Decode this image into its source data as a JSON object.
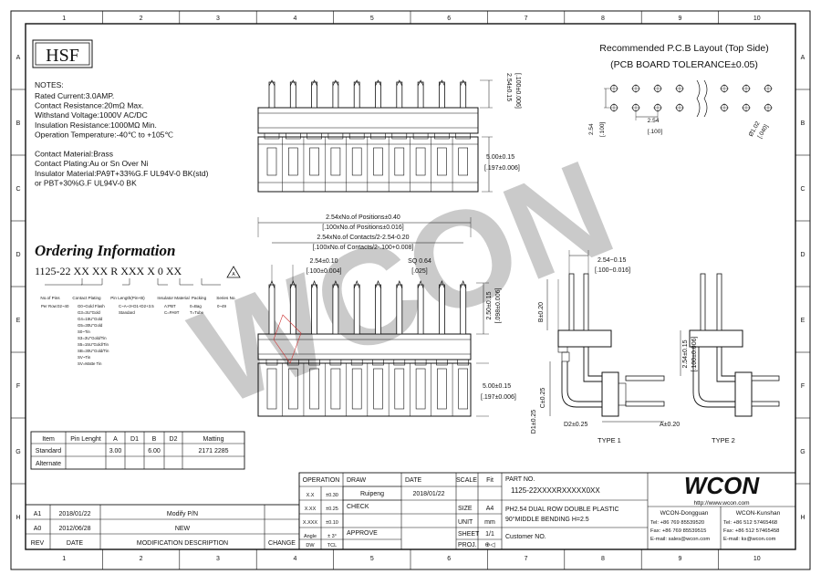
{
  "logo": "HSF",
  "notes": {
    "title": "NOTES:",
    "lines": [
      "Rated Current:3.0AMP.",
      "Contact Resistance:20mΩ Max.",
      "Withstand Voltage:1000V AC/DC",
      "Insulation Resistance:1000MΩ Min.",
      "Operation Temperature:-40℃ to +105℃",
      "",
      "Contact Material:Brass",
      "Contact Plating:Au or Sn Over Ni",
      "Insulator Material:PA9T+33%G.F UL94V-0 BK(std)",
      "           or PBT+30%G.F UL94V-0 BK"
    ]
  },
  "ordering": {
    "title": "Ordering Information",
    "code": "1125-22 XX XX R XXX X 0 XX",
    "fields": [
      {
        "label": "No.of Pins",
        "desc": "Per Row:02~40"
      },
      {
        "label": "Contact Plating",
        "desc": "G0~Gold Flash|G3=3U\"Gold|G4=15U\"Gold|G5=30U\"Gold|S0~Tin|S3=3U\"Gold/Tin|S5=15U\"Gold/Tin|SB=30U\"Gold/Tin|SV~Tin|SV=Matte Tin"
      },
      {
        "label": "Pin Length(Pin+B)",
        "desc": "C~A~3+D1+D2+3.5|Standard"
      },
      {
        "label": "Insulator Material",
        "desc": "A:PBT|C=PA9T"
      },
      {
        "label": "Packing",
        "desc": "0=Bag|T=Tube"
      },
      {
        "label": "Series No.",
        "desc": "0~49"
      }
    ]
  },
  "pcb": {
    "title": "Recommended P.C.B Layout (Top Side)",
    "subtitle": "(PCB BOARD TOLERANCE±0.05)",
    "dims": [
      "2.54",
      "[.100]",
      "2.54",
      "[.100]",
      "Ø1.02",
      "[.040]"
    ]
  },
  "dims_top": {
    "height": "2.54±0.15",
    "height_in": "[.100±0.006]",
    "insul": "5.00±0.15",
    "insul_in": "[.197±0.006]"
  },
  "dims_front": {
    "positions": "2.54xNo.of Positions±0.40",
    "positions_in": "[.100xNo.of Positions±0.016]",
    "contacts": "2.54xNo.of Contacts/2-2.54-0.20",
    "contacts_in": "[.100xNo.of Contacts/2-.100+0.008]",
    "pitch": "2.54±0.10",
    "pitch_in": "[.100±0.004]",
    "sq": "SQ 0.64",
    "sq_in": "[.025]",
    "h1": "2.50±0.15",
    "h1_in": "[.098±0.006]",
    "h2": "5.00±0.15",
    "h2_in": "[.197±0.006]"
  },
  "dims_side": {
    "pitch": "2.54~0.15",
    "pitch_in": "[.100~0.016]",
    "b": "B±0.20",
    "height": "2.54±0.15",
    "height_in": "[.100±0.006]",
    "c": "C±0.25",
    "d1": "D1±0.25",
    "d2": "D2±0.25",
    "a": "A±0.20",
    "type1": "TYPE 1",
    "type2": "TYPE 2"
  },
  "spec_table": {
    "headers": [
      "Item",
      "Pin Lenght",
      "A",
      "D1",
      "B",
      "D2",
      "Matting"
    ],
    "rows": [
      [
        "Standard",
        "",
        "3.00",
        "",
        "6.00",
        "",
        "2171 2285"
      ],
      [
        "Alternate",
        "",
        "",
        "",
        "",
        "",
        ""
      ]
    ]
  },
  "revisions": {
    "rows": [
      [
        "A1",
        "2018/01/22",
        "Modify P/N",
        ""
      ],
      [
        "A0",
        "2012/06/28",
        "NEW",
        ""
      ]
    ],
    "headers": [
      "REV",
      "DATE",
      "MODIFICATION  DESCRIPTION",
      "CHANGE"
    ]
  },
  "title_block": {
    "operation": "OPERATION",
    "draw": "DRAW",
    "date": "DATE",
    "scale": "SCALE",
    "scale_val": "Fit",
    "drawer": "Ruipeng",
    "draw_date": "2018/01/22",
    "check": "CHECK",
    "approve": "APPROVE",
    "size": "SIZE",
    "size_val": "A4",
    "unit": "UNIT",
    "unit_val": "mm",
    "sheet": "SHEET",
    "sheet_val": "1/1",
    "proj": "PROJ.",
    "proj_val": "⊕◁",
    "tol": [
      [
        "X.X",
        "±0.30"
      ],
      [
        "X.XX",
        "±0.25"
      ],
      [
        "X.XXX",
        "±0.10"
      ],
      [
        "Angle",
        "± 3°"
      ]
    ],
    "dw": "DW",
    "tcl": "TCL",
    "part_label": "PART NO.",
    "part_no": "1125-22XXXXRXXXXX0XX",
    "desc1": "PH2.54 DUAL ROW DOUBLE PLASTIC",
    "desc2": "90°MIDDLE BENDING H=2.5",
    "customer": "Customer NO.",
    "brand": "WCON",
    "web": "http://www.wcon.com",
    "office1": "WCON-Dongguan",
    "office1_lines": [
      "Tel: +86 769 85539520",
      "Fax: +86 769 85539515",
      "E-mail: sales@wcon.com"
    ],
    "office2": "WCON-Kunshan",
    "office2_lines": [
      "Tel: +86 512 57465468",
      "Fax: +86 512 57465458",
      "E-mail: ks@wcon.com"
    ]
  },
  "border_cols": [
    "1",
    "2",
    "3",
    "4",
    "5",
    "6",
    "7",
    "8",
    "9",
    "10"
  ],
  "border_rows": [
    "A",
    "B",
    "C",
    "D",
    "E",
    "F",
    "G",
    "H"
  ],
  "watermark": "WCON"
}
